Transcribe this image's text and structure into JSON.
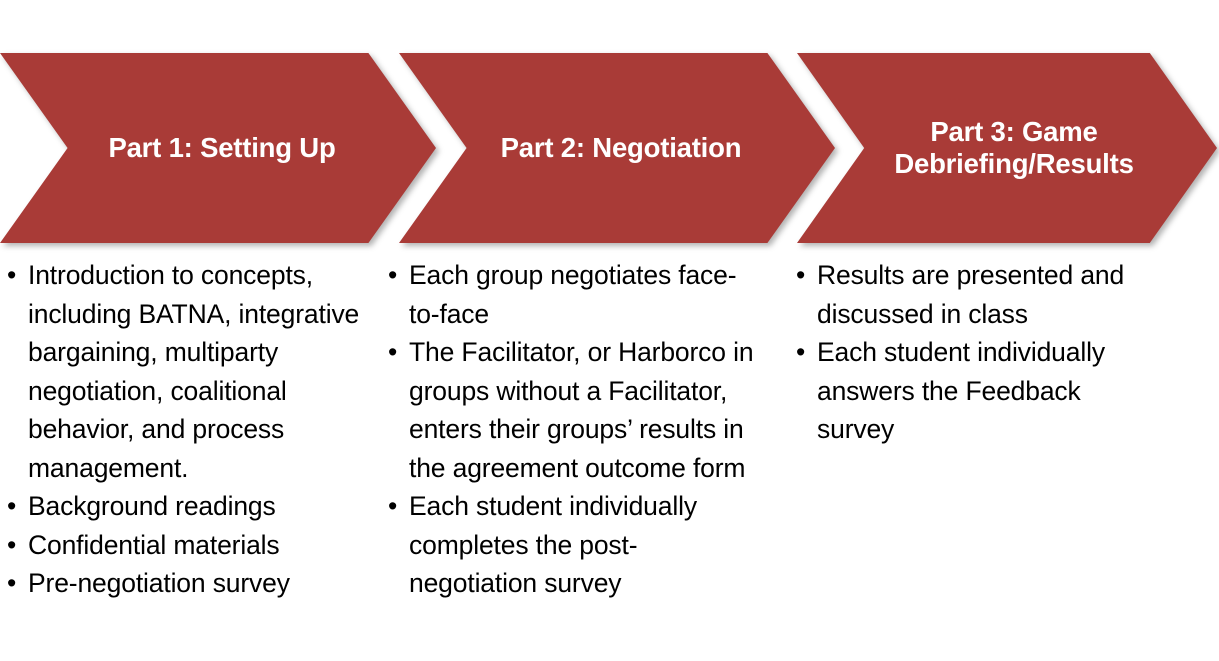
{
  "colors": {
    "chevron_fill": "#A93B37",
    "chevron_text": "#FFFFFF",
    "body_text": "#000000",
    "background": "#FFFFFF"
  },
  "bullet_glyph": "•",
  "steps": [
    {
      "title": "Part 1: Setting Up",
      "bullets": [
        "Introduction to concepts, including BATNA, integrative bargaining, multiparty negotiation, coalitional behavior, and process management.",
        "Background readings",
        "Confidential materials",
        "Pre-negotiation survey"
      ]
    },
    {
      "title": "Part 2: Negotiation",
      "bullets": [
        "Each group negotiates face-to-face",
        "The Facilitator, or Harborco in groups without a Facilitator, enters their groups’ results in the agreement outcome form",
        "Each student individually completes the post-negotiation survey"
      ]
    },
    {
      "title": "Part 3: Game\nDebriefing/Results",
      "bullets": [
        "Results are presented and discussed in class",
        "Each student individually answers the Feedback survey"
      ]
    }
  ]
}
